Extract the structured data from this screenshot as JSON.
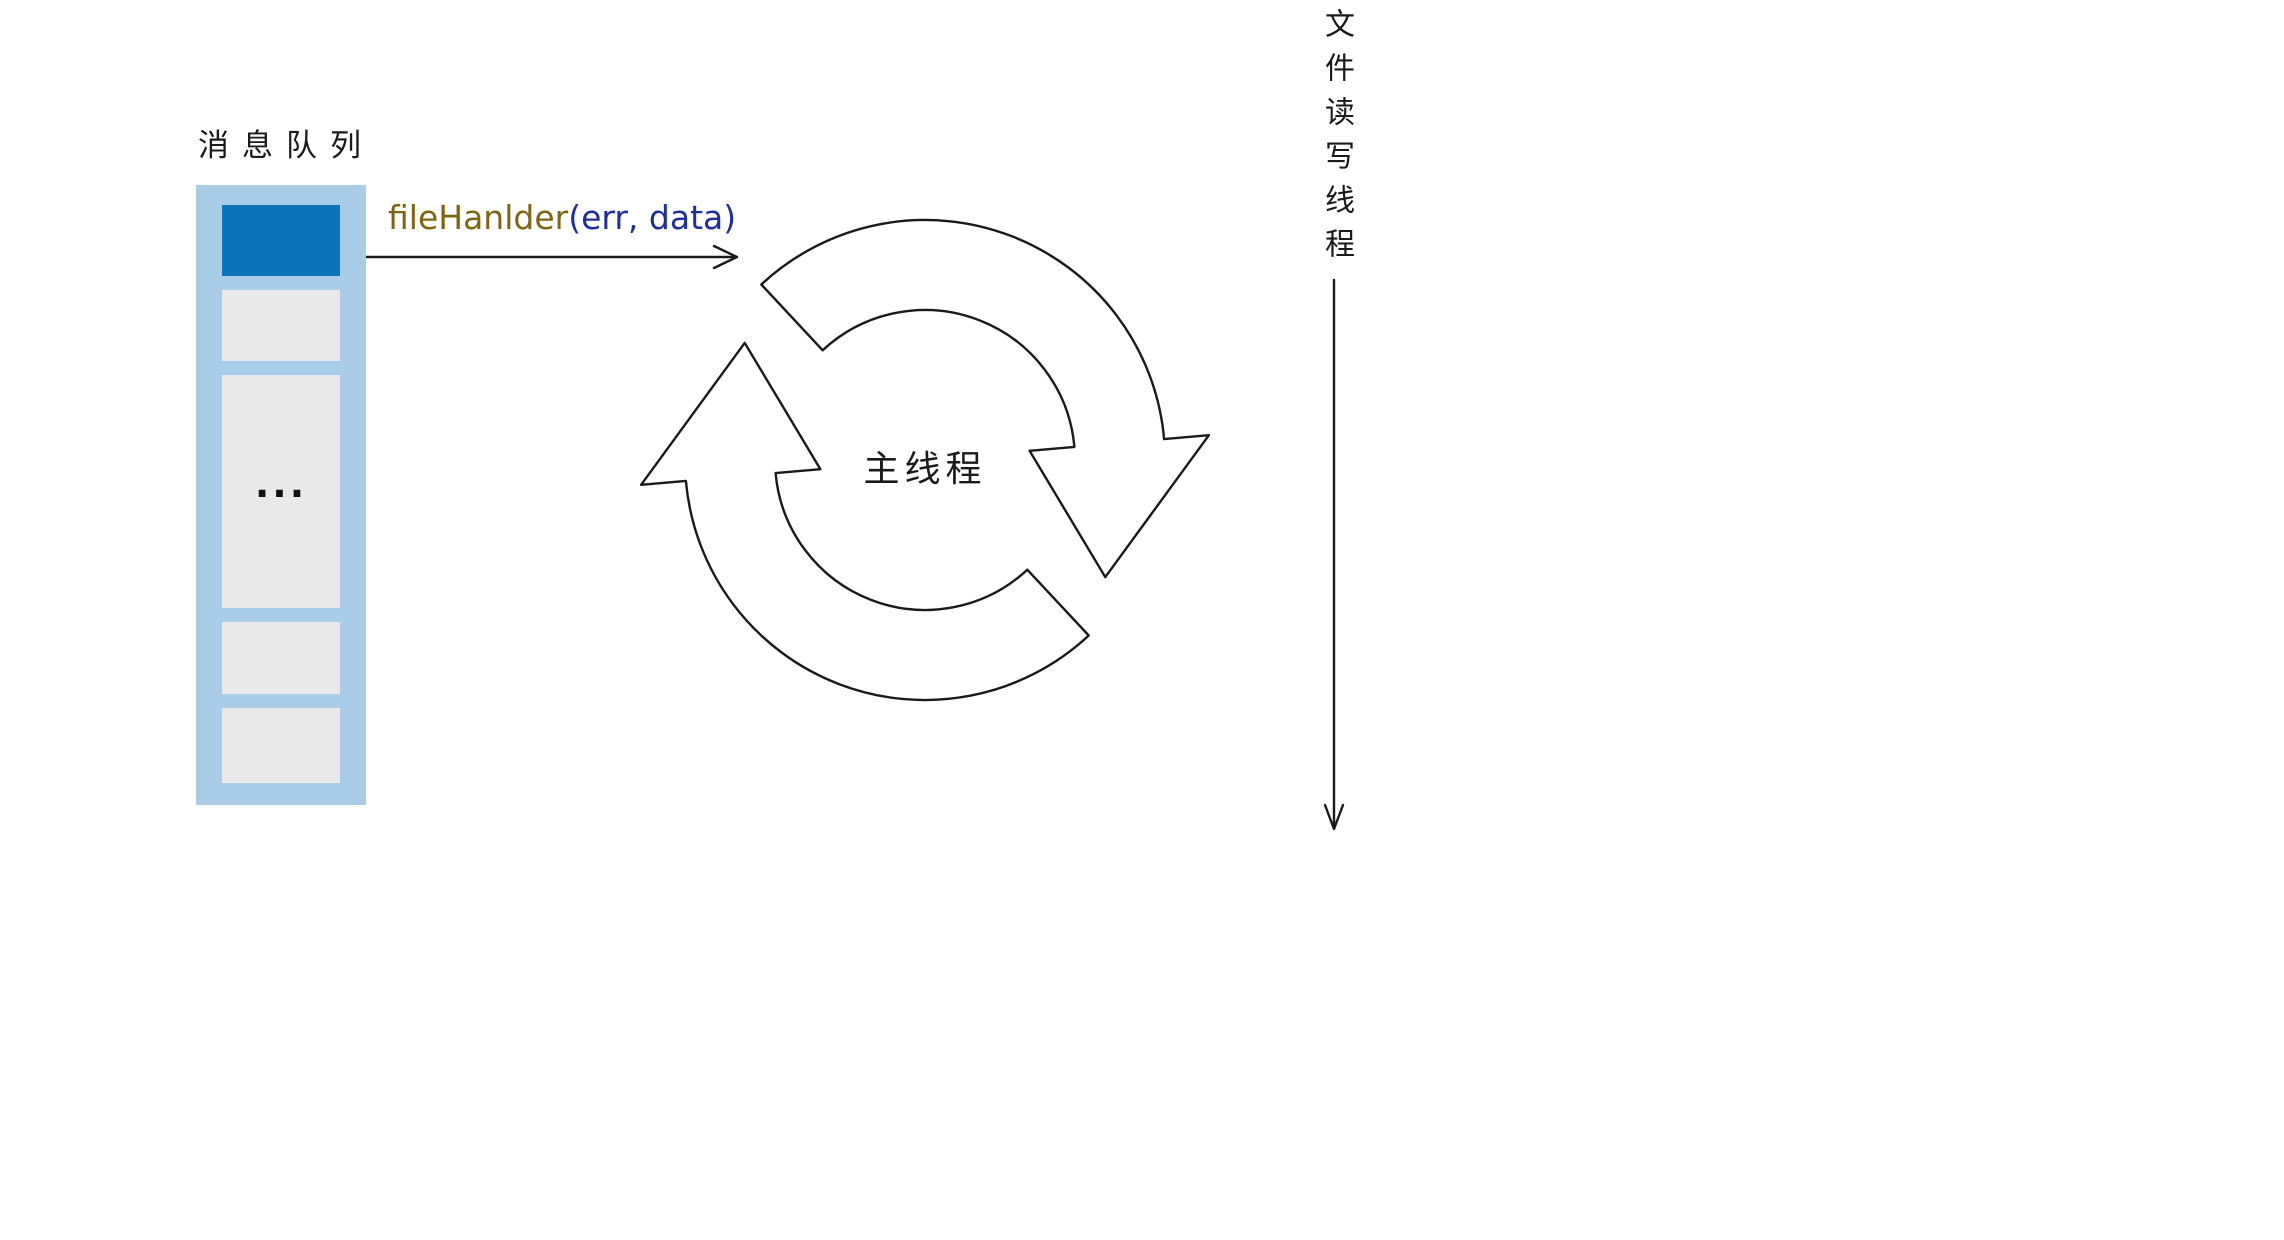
{
  "labels": {
    "queue_title": "消息队列",
    "ellipsis": "...",
    "callback_name": "fileHanlder",
    "callback_args": "(err, data)",
    "main_thread": "主线程",
    "file_thread_vertical": "文件读写线程"
  },
  "queue": {
    "items": [
      {
        "type": "active-message"
      },
      {
        "type": "empty-slot"
      },
      {
        "type": "ellipsis-slot"
      },
      {
        "type": "empty-slot"
      },
      {
        "type": "empty-slot"
      }
    ]
  },
  "colors": {
    "queue_background": "#a9cde7",
    "active_item": "#0c74b8",
    "empty_item": "#e9e9e9",
    "callback_name": "#7d6612",
    "callback_args": "#1f2e9e",
    "line": "#1a1a1a"
  }
}
